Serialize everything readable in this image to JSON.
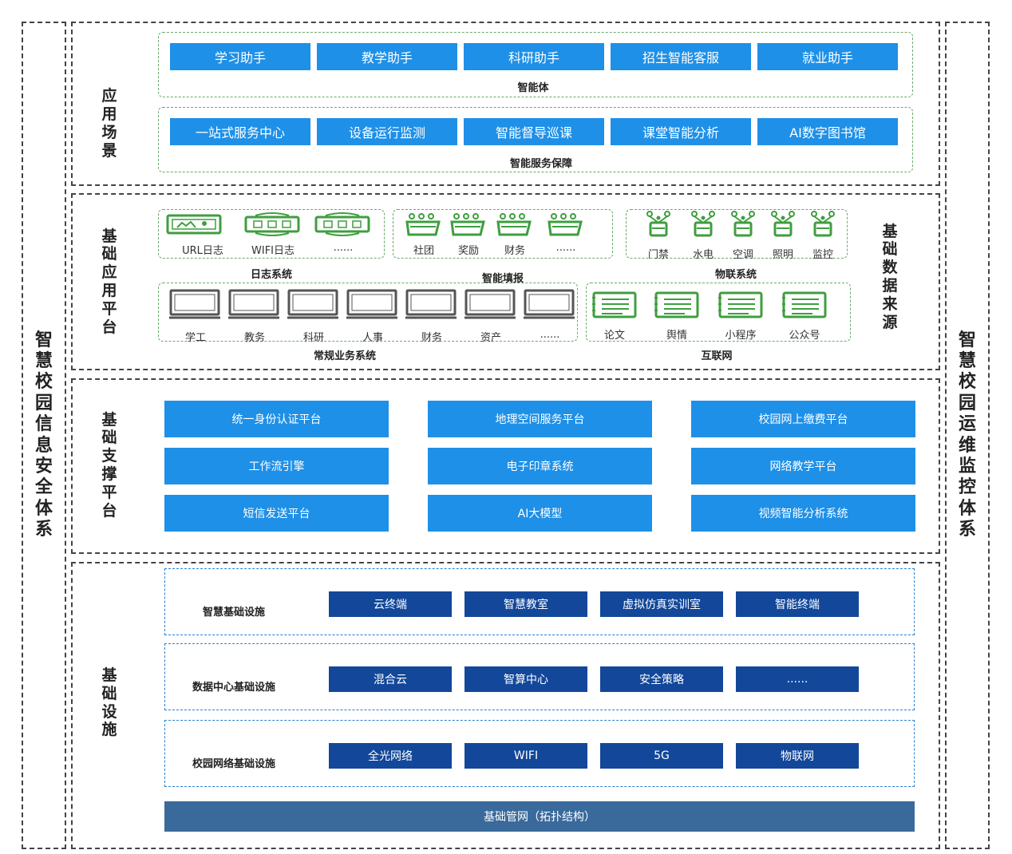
{
  "left_column": {
    "label": "智慧校园信息安全体系"
  },
  "right_column": {
    "label": "智慧校园运维监控体系"
  },
  "application_scenes": {
    "label": "应用场景",
    "agents": {
      "caption": "智能体",
      "items": [
        "学习助手",
        "教学助手",
        "科研助手",
        "招生智能客服",
        "就业助手"
      ]
    },
    "services": {
      "caption": "智能服务保障",
      "items": [
        "一站式服务中心",
        "设备运行监测",
        "智能督导巡课",
        "课堂智能分析",
        "AI数字图书馆"
      ]
    }
  },
  "basic_app_platform": {
    "label": "基础应用平台",
    "log_system": {
      "caption": "日志系统",
      "items": [
        "URL日志",
        "WIFI日志",
        "......"
      ]
    },
    "smart_report": {
      "caption": "智能填报",
      "items": [
        "社团",
        "奖励",
        "财务",
        "......"
      ]
    },
    "iot_system": {
      "caption": "物联系统",
      "items": [
        "门禁",
        "水电",
        "空调",
        "照明",
        "监控"
      ]
    },
    "business_system": {
      "caption": "常规业务系统",
      "items": [
        "学工",
        "教务",
        "科研",
        "人事",
        "财务",
        "资产",
        "......"
      ]
    },
    "internet": {
      "caption": "互联网",
      "items": [
        "论文",
        "舆情",
        "小程序",
        "公众号"
      ]
    },
    "data_source_label": "基础数据来源"
  },
  "support_platform": {
    "label": "基础支撑平台",
    "items": [
      "统一身份认证平台",
      "地理空间服务平台",
      "校园网上缴费平台",
      "工作流引擎",
      "电子印章系统",
      "网络教学平台",
      "短信发送平台",
      "AI大模型",
      "视频智能分析系统"
    ]
  },
  "infrastructure": {
    "label": "基础设施",
    "rows": [
      {
        "name": "智慧基础设施",
        "items": [
          "云终端",
          "智慧教室",
          "虚拟仿真实训室",
          "智能终端"
        ]
      },
      {
        "name": "数据中心基础设施",
        "items": [
          "混合云",
          "智算中心",
          "安全策略",
          "......"
        ]
      },
      {
        "name": "校园网络基础设施",
        "items": [
          "全光网络",
          "WIFI",
          "5G",
          "物联网"
        ]
      }
    ],
    "base_network": "基础管网（拓扑结构）"
  },
  "colors": {
    "primary_blue": "#1e90e8",
    "dark_blue": "#12479a",
    "steel_blue": "#3a6a9b",
    "icon_green": "#3f9e3f",
    "icon_gray": "#555555"
  }
}
